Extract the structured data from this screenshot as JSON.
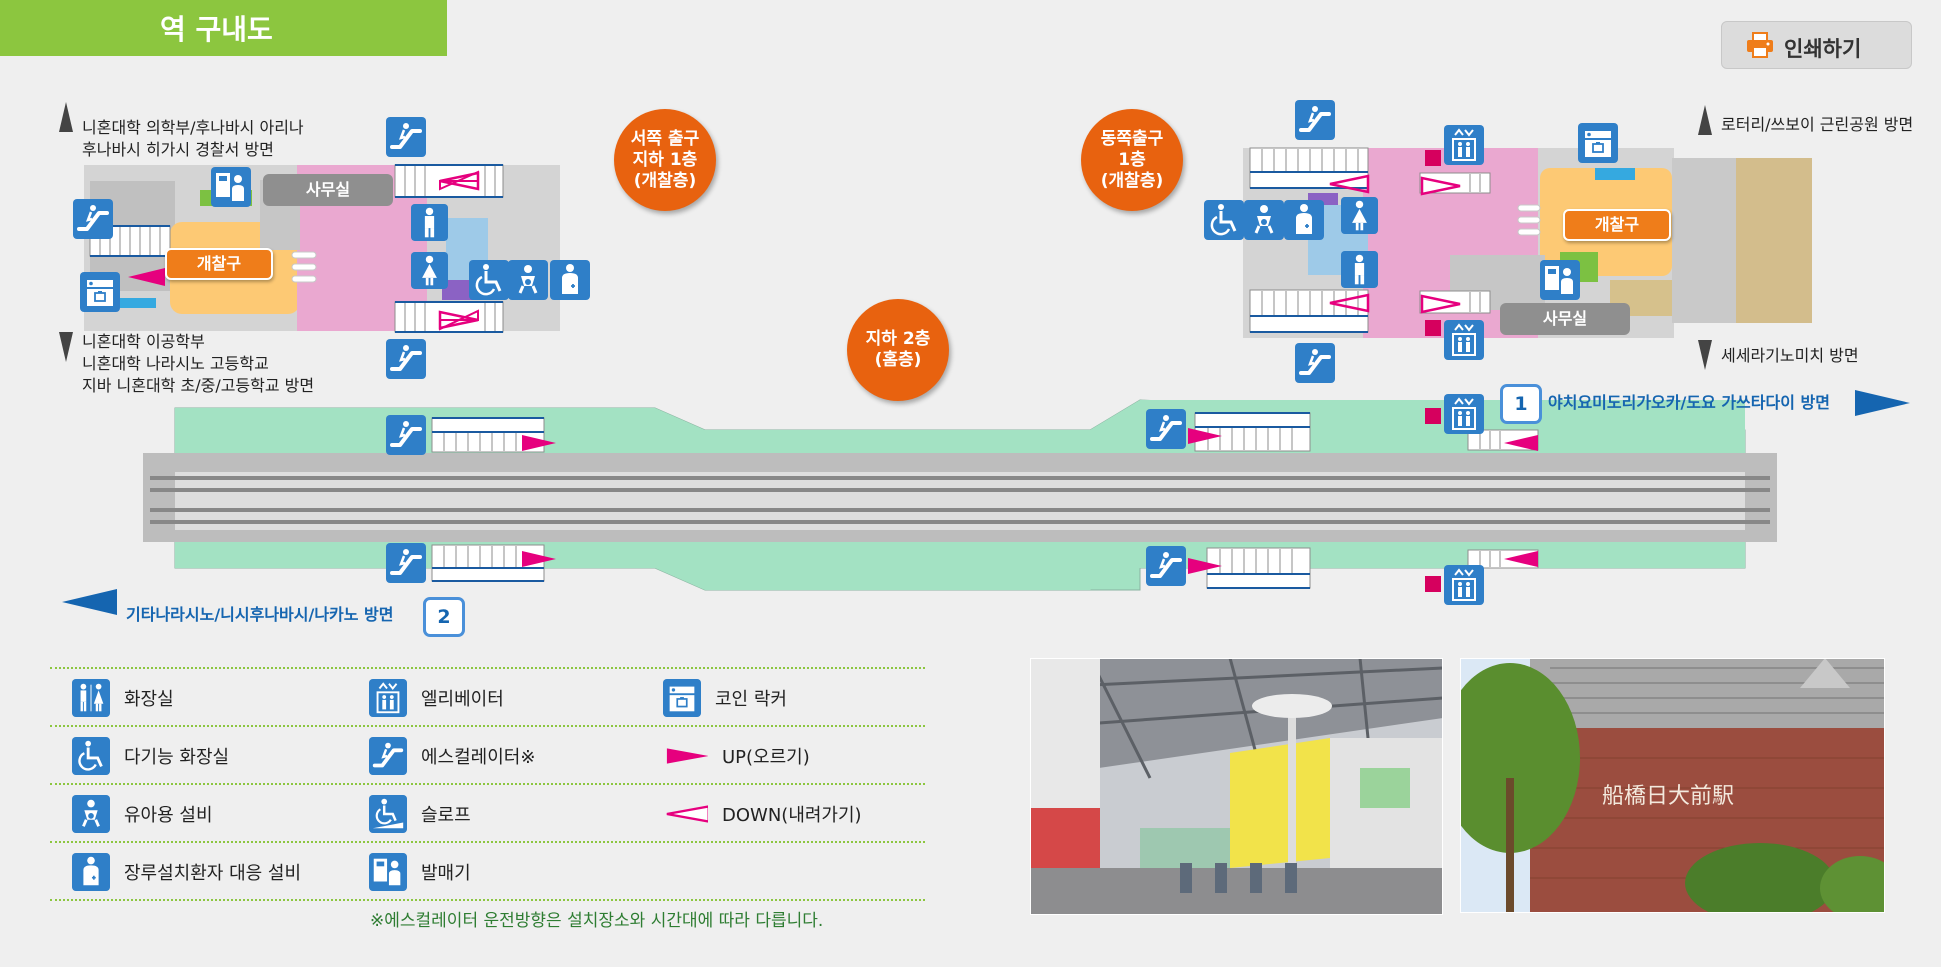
{
  "header": {
    "title": "역 구내도",
    "print_label": "인쇄하기"
  },
  "map": {
    "west_exit_label": "서쪽 출구\n지하 1층\n(개찰층)",
    "east_exit_label": "동쪽출구\n1층\n(개찰층)",
    "platform_label": "지하 2층\n(홈층)",
    "nw_direction": [
      "니혼대학 의학부/후나바시 아리나",
      "후나바시 히가시 경찰서 방면"
    ],
    "sw_direction": [
      "니혼대학 이공학부",
      "니혼대학 나라시노 고등학교",
      "지바 니혼대학 초/중/고등학교 방면"
    ],
    "ne_direction": "로터리/쓰보이 근린공원 방면",
    "se_direction": "세세라기노미치 방면",
    "platform1_number": "1",
    "platform1_direction": "야치요미도리가오카/도요 가쓰타다이 방면",
    "platform2_number": "2",
    "platform2_direction": "기타나라시노/니시후나바시/나카노 방면",
    "gate_label": "개찰구",
    "office_label": "사무실"
  },
  "legend": {
    "items": [
      {
        "icon": "toilet-icon",
        "label": "화장실"
      },
      {
        "icon": "elevator-icon",
        "label": "엘리베이터"
      },
      {
        "icon": "coin-locker-icon",
        "label": "코인 락커"
      },
      {
        "icon": "accessible-toilet-icon",
        "label": "다기능 화장실"
      },
      {
        "icon": "escalator-icon",
        "label": "에스컬레이터※"
      },
      {
        "icon": "up-arrow-icon",
        "label": "UP(오르기)"
      },
      {
        "icon": "baby-care-icon",
        "label": "유아용 설비"
      },
      {
        "icon": "slope-icon",
        "label": "슬로프"
      },
      {
        "icon": "down-arrow-icon",
        "label": "DOWN(내려가기)"
      },
      {
        "icon": "ostomy-icon",
        "label": "장루설치환자 대응 설비"
      },
      {
        "icon": "ticket-machine-icon",
        "label": "발매기"
      }
    ],
    "note": "※에스컬레이터 운전방향은 설치장소와 시간대에 따라 다릅니다."
  },
  "photos": {
    "station_sign": "船橋日大前駅"
  },
  "colors": {
    "accent_green": "#8cc63f",
    "orange": "#e8620f",
    "gate_orange": "#ef7d1a",
    "icon_blue": "#2f7fc8",
    "platform_green": "#a3e2c3",
    "concourse_pink": "#eaa8d0",
    "arrow_pink": "#e6007e",
    "direction_blue": "#1565b0"
  }
}
